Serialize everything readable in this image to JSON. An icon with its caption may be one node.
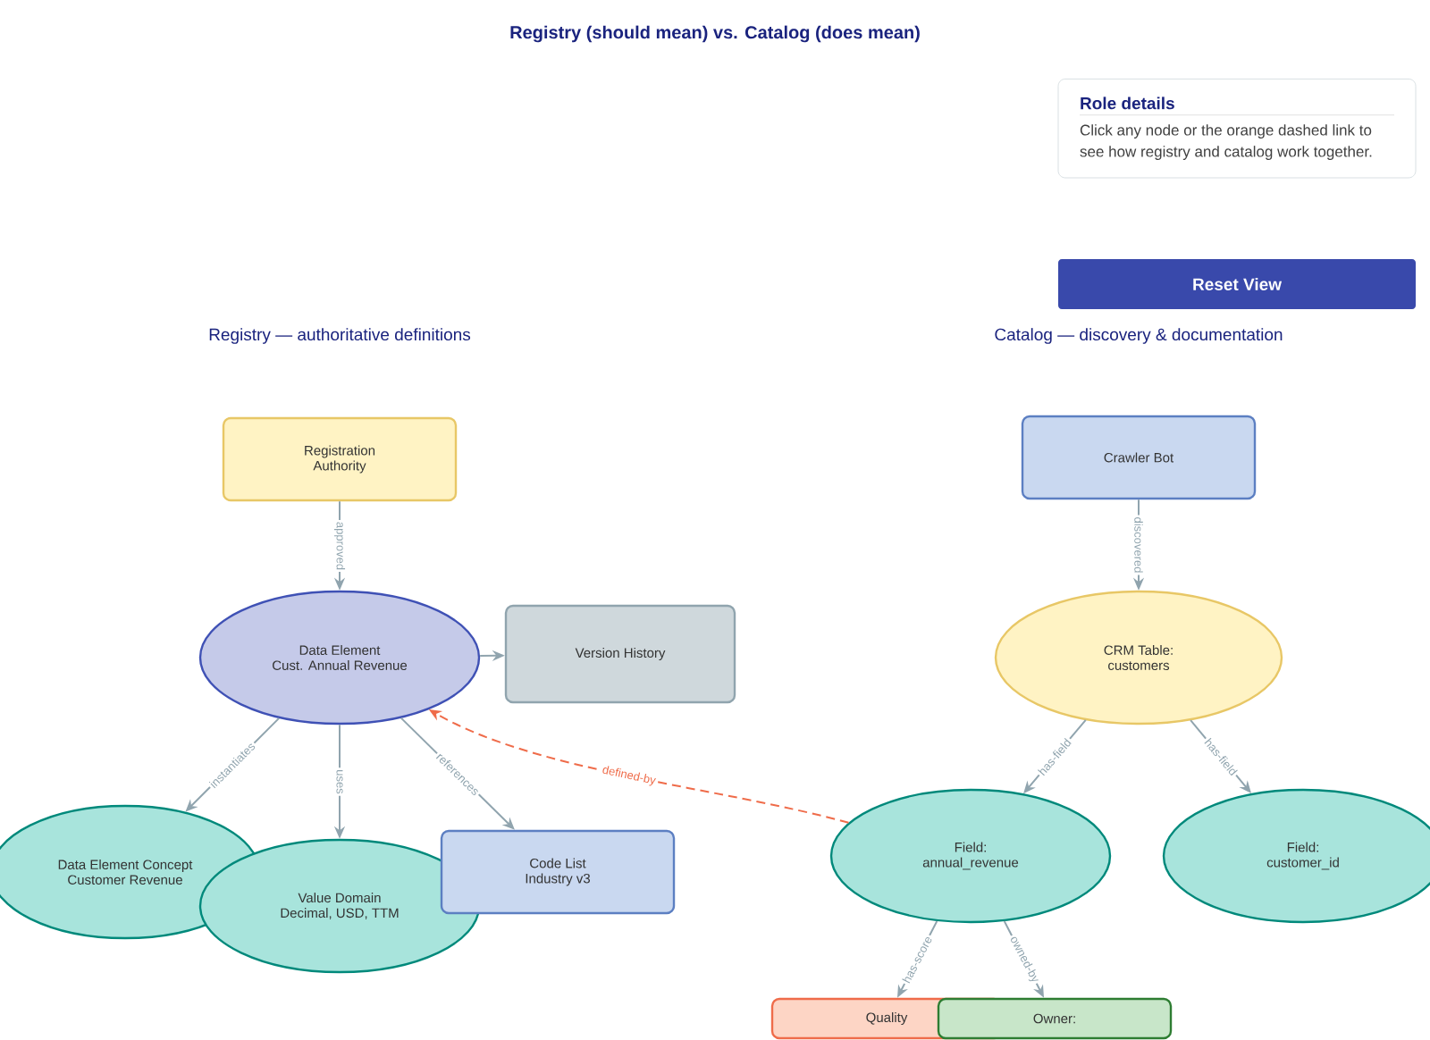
{
  "diagram": {
    "title": "Registry (should mean) vs. Catalog (does mean)",
    "nodes": [
      {
        "text": [
          "Registration Authority"
        ]
      },
      {
        "text": [
          "Data Element",
          "Cust. Annual Revenue"
        ]
      },
      {
        "text": [
          "Version History"
        ]
      },
      {
        "text": [
          "Data Element Concept",
          "Customer Revenue"
        ]
      },
      {
        "text": [
          "Value Domain",
          "Decimal, USD, TTM"
        ]
      },
      {
        "text": [
          "Code List",
          "Industry v3"
        ]
      },
      {
        "text": [
          "Crawler Bot"
        ]
      },
      {
        "text": [
          "CRM Table:",
          "customers"
        ]
      },
      {
        "text": [
          "Field:",
          "annual_revenue"
        ]
      },
      {
        "text": [
          "Field:",
          "customer_id"
        ]
      },
      {
        "text": [
          "Quality"
        ]
      },
      {
        "text": [
          "Owner:"
        ]
      },
      {
        "text": [
          "Role details",
          "Click any node or the orange dashed link to see how registry and catalog work together."
        ]
      }
    ],
    "edges": [
      {
        "from": 0,
        "to": 1,
        "arrow": "to",
        "label": "approved"
      },
      {
        "from": 1,
        "to": 2,
        "arrow": "to"
      },
      {
        "from": 1,
        "to": 3,
        "arrow": "to",
        "label": "instantiates"
      },
      {
        "from": 1,
        "to": 4,
        "arrow": "to",
        "label": "uses"
      },
      {
        "from": 1,
        "to": 5,
        "arrow": "to",
        "label": "references"
      },
      {
        "from": 6,
        "to": 7,
        "arrow": "to",
        "label": "discovered"
      },
      {
        "from": 7,
        "to": 8,
        "arrow": "to",
        "label": "has-field"
      },
      {
        "from": 7,
        "to": 9,
        "arrow": "to",
        "label": "has-field"
      },
      {
        "from": 8,
        "to": 10,
        "arrow": "to",
        "label": "has-score"
      },
      {
        "from": 8,
        "to": 11,
        "arrow": "to",
        "label": "owned-by"
      },
      {
        "from": 8,
        "to": 1,
        "arrow": "to",
        "label": "defined-by",
        "style": "dashed",
        "color": "#ef6c4a"
      }
    ],
    "labels": [
      "Reset View",
      "Registry — authoritative definitions",
      "Catalog — discovery & documentation"
    ]
  }
}
